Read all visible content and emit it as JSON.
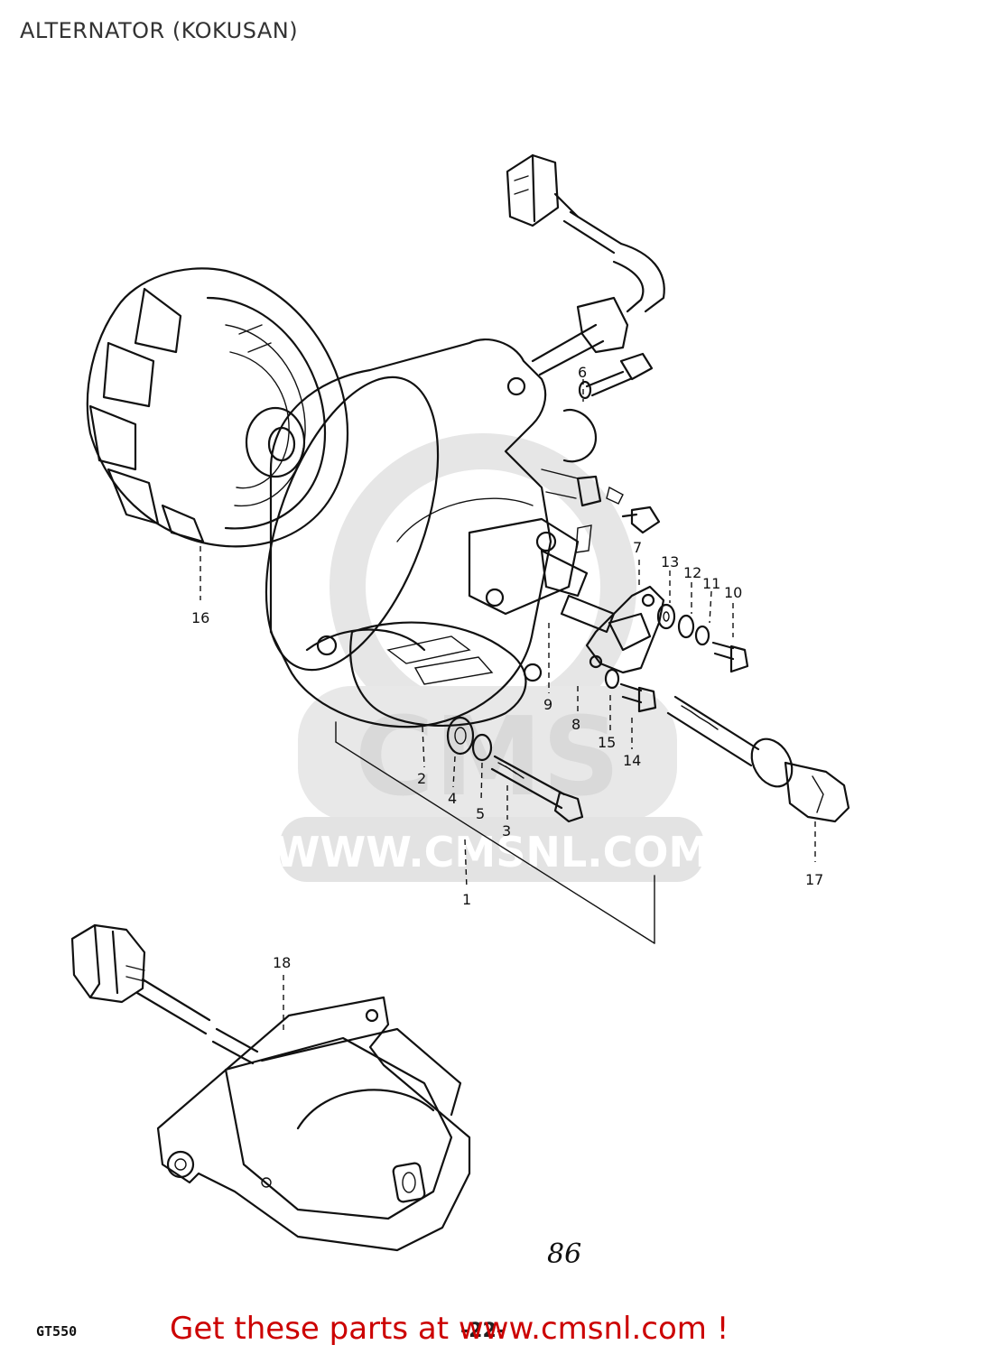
{
  "title": "ALTERNATOR (KOKUSAN)",
  "footer": {
    "link_text": "Get these parts at www.cmsnl.com !",
    "model_code": "GT550",
    "page_number": "-22-",
    "handwritten_note": "86"
  },
  "watermark": {
    "logo_text": "CMS",
    "url_text": "WWW.CMSNL.COM"
  },
  "callouts": [
    "1",
    "2",
    "3",
    "4",
    "5",
    "6",
    "7",
    "8",
    "9",
    "10",
    "11",
    "12",
    "13",
    "14",
    "15",
    "16",
    "17",
    "18"
  ],
  "colors": {
    "footer_link": "#cc0000",
    "line_art": "#111111",
    "watermark": "#e3e3e3"
  }
}
